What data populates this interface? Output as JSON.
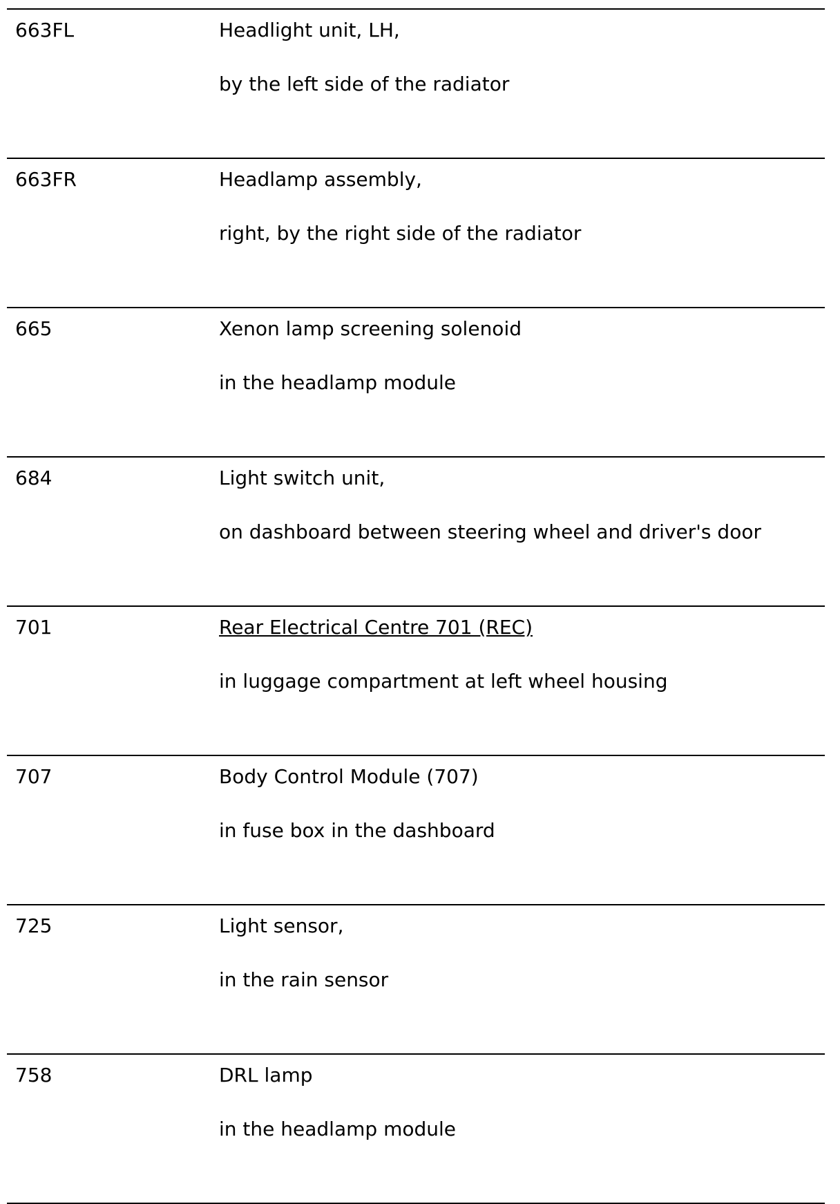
{
  "rows": [
    {
      "code": "663FL",
      "line1": "Headlight unit, LH,",
      "line2": "by the left side of the radiator"
    },
    {
      "code": "663FR",
      "line1": "Headlamp assembly,",
      "line2": "right, by the right side of the radiator"
    },
    {
      "code": "665",
      "line1": "Xenon lamp screening solenoid",
      "line2": "in the headlamp module"
    },
    {
      "code": "684",
      "line1": "Light switch unit,",
      "line2": "on dashboard between steering wheel and driver's door"
    },
    {
      "code": "701",
      "line1": "Rear Electrical Centre 701 (REC)",
      "line2": "in luggage compartment at left wheel housing"
    },
    {
      "code": "707",
      "line1": "Body Control Module (707)",
      "line2": "in fuse box in the dashboard"
    },
    {
      "code": "725",
      "line1": "Light sensor,",
      "line2": "in the rain sensor"
    },
    {
      "code": "758",
      "line1": "DRL lamp",
      "line2": "in the headlamp module"
    }
  ]
}
